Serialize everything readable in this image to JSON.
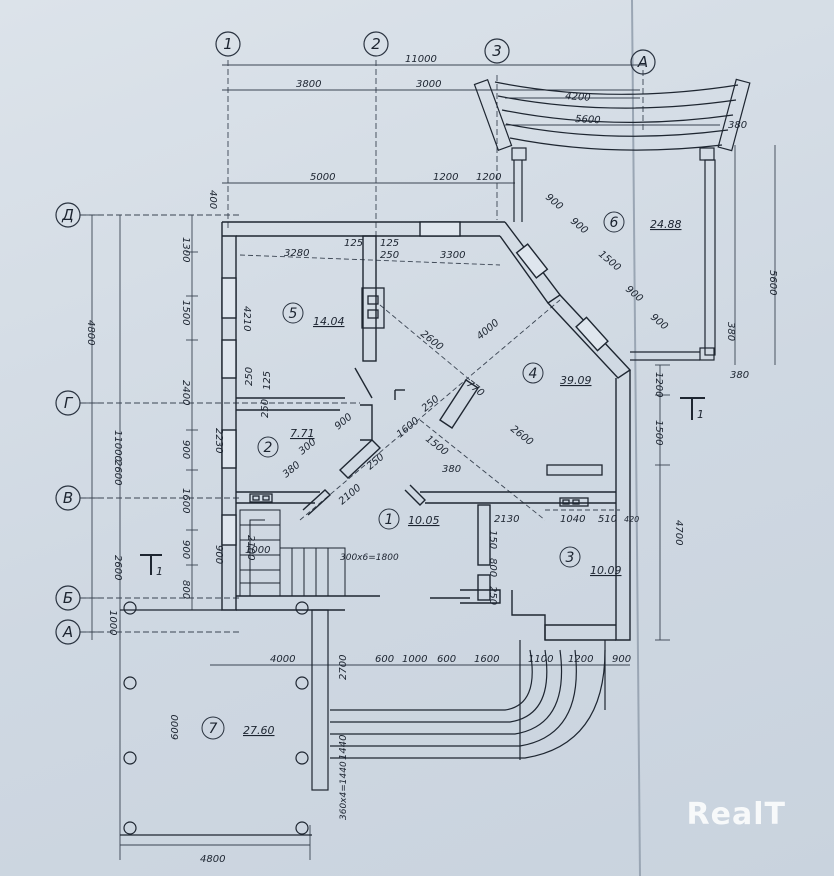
{
  "axes": {
    "columns": [
      "1",
      "2",
      "3",
      "А"
    ],
    "rows": [
      "Д",
      "Г",
      "В",
      "Б",
      "А"
    ]
  },
  "rooms": [
    {
      "num": "1",
      "area": "10.05"
    },
    {
      "num": "2",
      "area": "7.71"
    },
    {
      "num": "3",
      "area": "10.09"
    },
    {
      "num": "4",
      "area": "39.09"
    },
    {
      "num": "5",
      "area": "14.04"
    },
    {
      "num": "6",
      "area": "24.88"
    },
    {
      "num": "7",
      "area": "27.60"
    }
  ],
  "section_marks": [
    "1",
    "1"
  ],
  "dimensions": {
    "top": [
      "11000",
      "3800",
      "3000",
      "5000",
      "1200",
      "1200"
    ],
    "terrace_top": [
      "4200",
      "5600"
    ],
    "left": [
      "4800",
      "11000",
      "2600",
      "2600",
      "1000"
    ],
    "left_inner": [
      "400",
      "1300",
      "1500",
      "2400",
      "900",
      "2230",
      "1600",
      "900",
      "800",
      "2100",
      "900"
    ],
    "right": [
      "5600",
      "4700",
      "1200",
      "1500"
    ],
    "right_small": [
      "380",
      "380",
      "380"
    ],
    "bottom": [
      "4000",
      "600",
      "1000",
      "600",
      "1600",
      "1100",
      "1200",
      "900"
    ],
    "bottom_terrace": "4800",
    "interior": [
      "3280",
      "125",
      "125",
      "250",
      "3300",
      "4210",
      "2600",
      "4000",
      "770",
      "250",
      "2600",
      "900",
      "900",
      "1500",
      "900",
      "900",
      "2130",
      "1040",
      "510",
      "420",
      "150",
      "800",
      "250",
      "1500",
      "380",
      "250",
      "125",
      "900",
      "250",
      "1600",
      "300",
      "380",
      "250",
      "2100",
      "1000",
      "300х6=1800",
      "2700",
      "6000",
      "1440",
      "360х4=1440"
    ]
  },
  "watermark": "RealT"
}
